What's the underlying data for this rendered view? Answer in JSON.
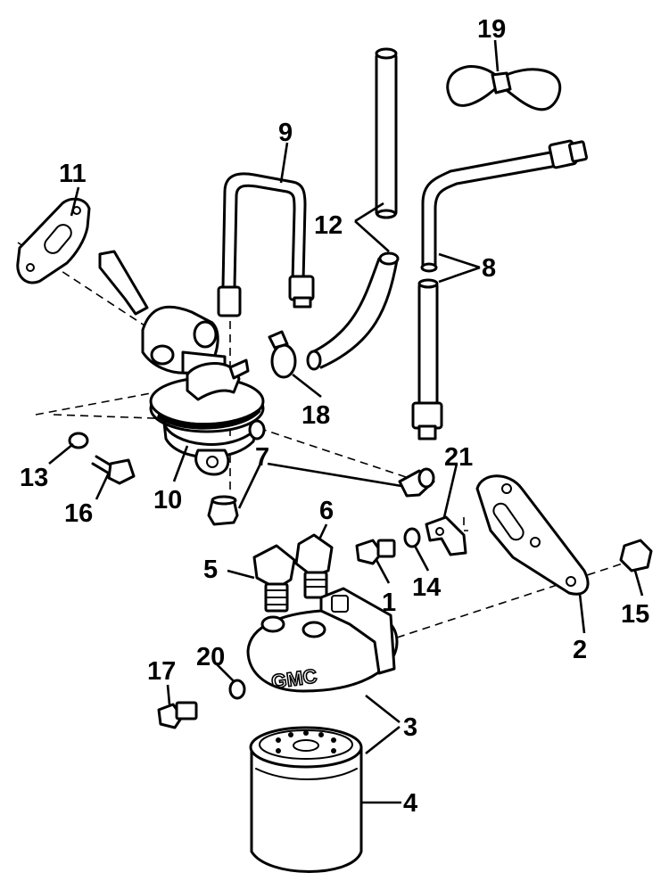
{
  "callouts": {
    "c1": "1",
    "c2": "2",
    "c3": "3",
    "c4": "4",
    "c5": "5",
    "c6": "6",
    "c7": "7",
    "c8": "8",
    "c9": "9",
    "c10": "10",
    "c11": "11",
    "c12": "12",
    "c13": "13",
    "c14": "14",
    "c15": "15",
    "c16": "16",
    "c17": "17",
    "c18": "18",
    "c19": "19",
    "c20": "20",
    "c21": "21"
  },
  "base_marking": "GMC"
}
